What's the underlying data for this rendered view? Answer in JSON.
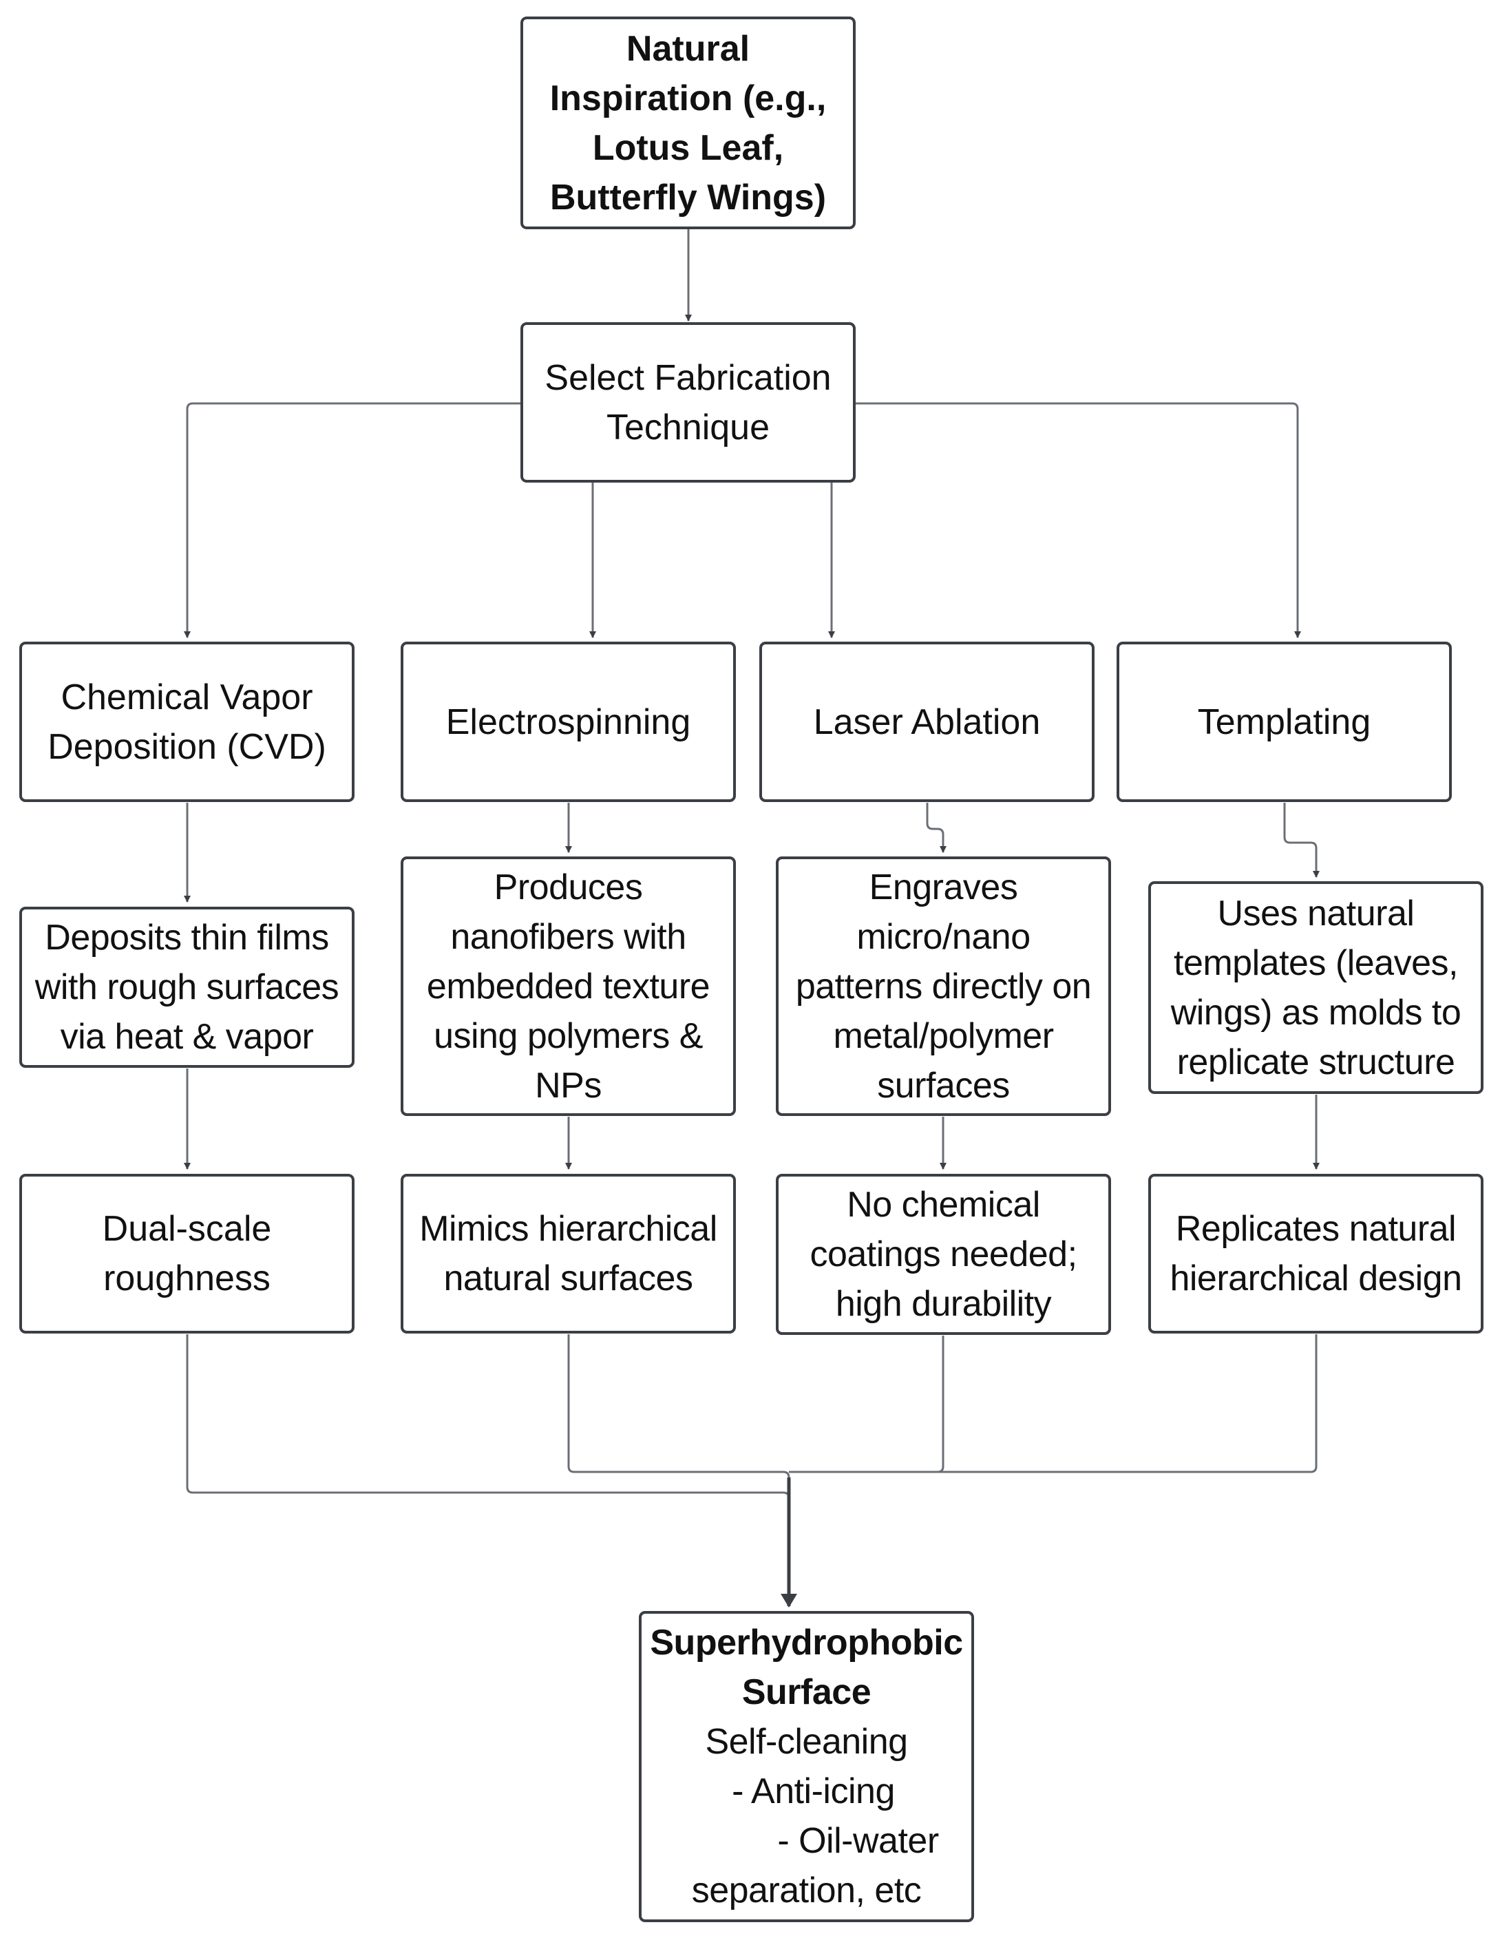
{
  "nodes": {
    "inspiration": {
      "title": "Natural\nInspiration (e.g.,\nLotus Leaf,\nButterfly Wings)"
    },
    "select": {
      "text": "Select Fabrication\nTechnique"
    },
    "cvd": {
      "text": "Chemical Vapor\nDeposition (CVD)"
    },
    "electrospinning": {
      "text": "Electrospinning"
    },
    "laser": {
      "text": "Laser Ablation"
    },
    "templating": {
      "text": "Templating"
    },
    "cvd_step": {
      "text": "Deposits thin films\nwith rough surfaces\nvia heat & vapor"
    },
    "electro_step": {
      "text": "Produces\nnanofibers with\nembedded texture\nusing polymers &\nNPs"
    },
    "laser_step": {
      "text": "Engraves\nmicro/nano\npatterns directly on\nmetal/polymer\nsurfaces"
    },
    "template_step": {
      "text": "Uses natural\ntemplates (leaves,\nwings) as molds to\nreplicate structure"
    },
    "cvd_result": {
      "text": "Dual-scale\nroughness"
    },
    "electro_result": {
      "text": "Mimics hierarchical\nnatural surfaces"
    },
    "laser_result": {
      "text": "No chemical\ncoatings needed;\nhigh durability"
    },
    "template_result": {
      "text": "Replicates natural\nhierarchical design"
    },
    "outcome": {
      "title": "Superhydrophobic\nSurface",
      "line1": "Self-cleaning",
      "line2": "- Anti-icing",
      "line3": "- Oil-water",
      "line4": "separation, etc"
    }
  },
  "colors": {
    "border": "#3b3f45",
    "connector": "#6b6f75",
    "background": "#ffffff"
  }
}
